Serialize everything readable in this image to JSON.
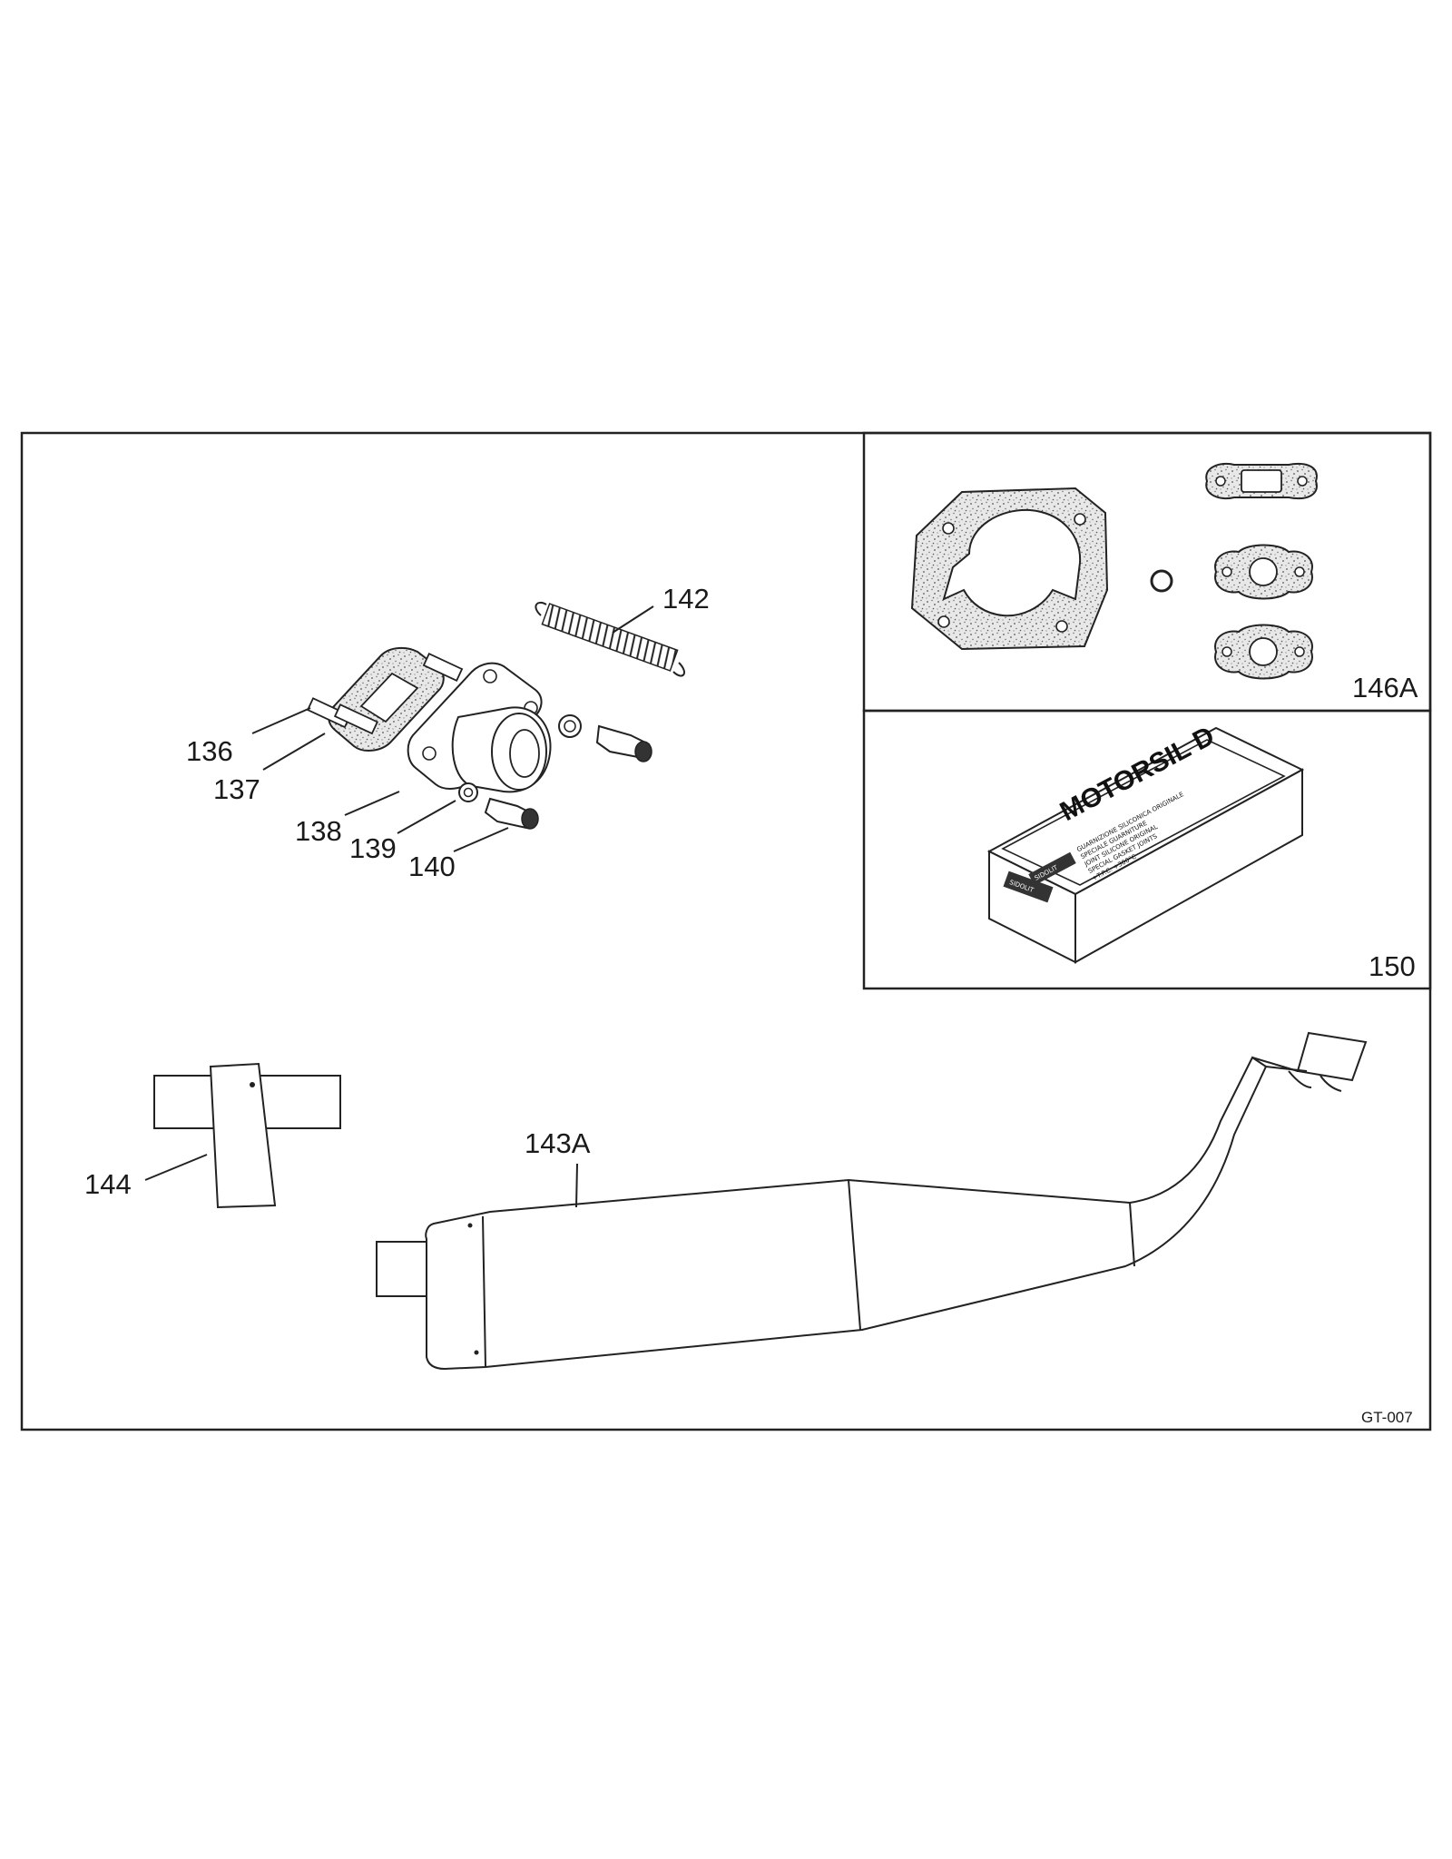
{
  "diagram": {
    "sheet_code": "GT-007",
    "callouts": {
      "p136": "136",
      "p137": "137",
      "p138": "138",
      "p139": "139",
      "p140": "140",
      "p142": "142",
      "p143a": "143A",
      "p144": "144",
      "p146a": "146A",
      "p150": "150"
    },
    "sealant_box": {
      "title": "MOTORSIL D",
      "brand": "SIDOLIT",
      "side_brand": "SIDOLIT",
      "label_lines": [
        "GUARNIZIONE SILICONICA ORIGINALE",
        "SPECIALE GUARNITURE",
        "JOINT SILICONE ORIGINAL",
        "SPECIAL GASKET JOINTS",
        "+T.P.C. +300°C"
      ]
    }
  }
}
